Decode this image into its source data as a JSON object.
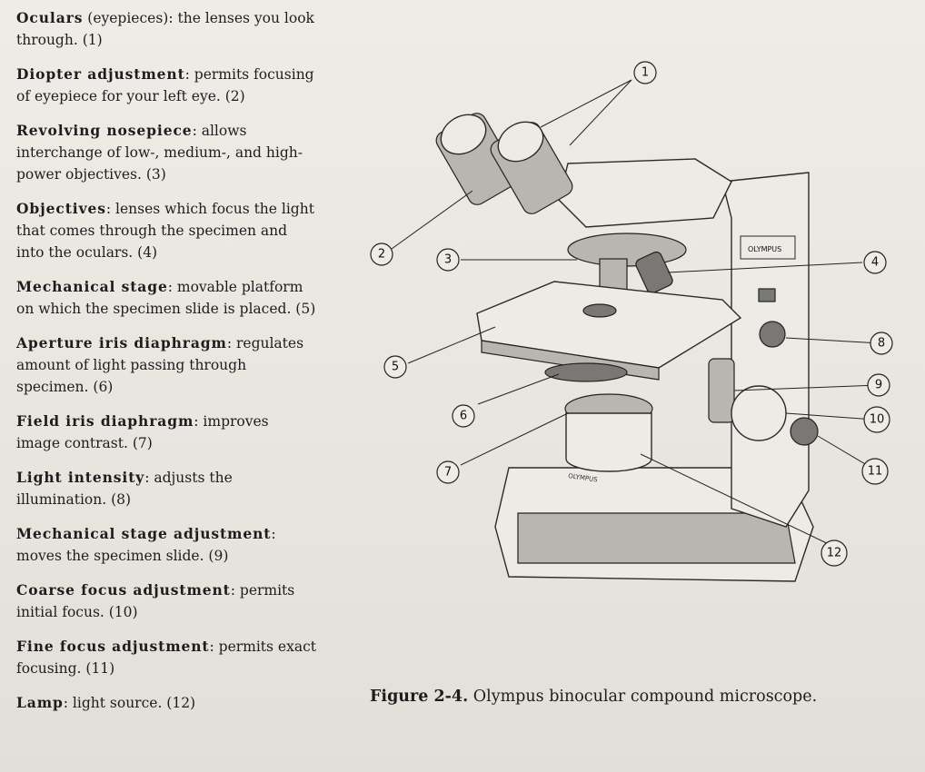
{
  "legend": [
    {
      "term": "Oculars",
      "desc": " (eyepieces): the lenses you look through. (1)"
    },
    {
      "term": "Diopter adjustment",
      "desc": ": permits focusing of eyepiece for your left eye. (2)"
    },
    {
      "term": "Revolving nosepiece",
      "desc": ": allows interchange of low-, medium-, and high-power objectives. (3)"
    },
    {
      "term": "Objectives",
      "desc": ": lenses which focus the light that comes through the specimen and into the oculars. (4)"
    },
    {
      "term": "Mechanical stage",
      "desc": ": movable platform on which the specimen slide is placed. (5)"
    },
    {
      "term": "Aperture iris diaphragm",
      "desc": ": regulates amount of  light passing through specimen. (6)"
    },
    {
      "term": "Field iris diaphragm",
      "desc": ": improves image contrast. (7)"
    },
    {
      "term": "Light intensity",
      "desc": ": adjusts the illumination. (8)"
    },
    {
      "term": "Mechanical stage adjustment",
      "desc": ": moves the specimen slide. (9)"
    },
    {
      "term": "Coarse focus adjustment",
      "desc": ": permits initial focus. (10)"
    },
    {
      "term": "Fine focus adjustment",
      "desc": ": permits exact focusing. (11)"
    },
    {
      "term": "Lamp",
      "desc": ": light source. (12)"
    }
  ],
  "figure": {
    "brand": "OLYMPUS",
    "callouts": [
      "1",
      "2",
      "3",
      "4",
      "5",
      "6",
      "7",
      "8",
      "9",
      "10",
      "11",
      "12"
    ]
  },
  "caption": {
    "label": "Figure 2-4.",
    "text": " Olympus binocular compound microscope."
  }
}
